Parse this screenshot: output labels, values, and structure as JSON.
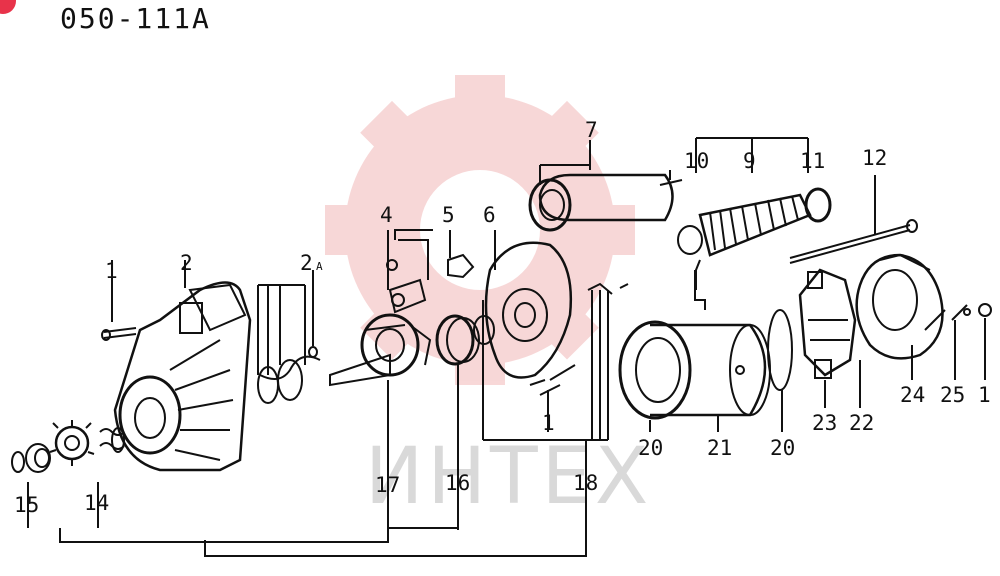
{
  "header": {
    "page_code": "050-111A"
  },
  "watermark": {
    "text": "ИНТЕХ",
    "color": "#f2b8b8"
  },
  "badge": {
    "color": "#e8334a"
  },
  "callouts": {
    "c1a": "1",
    "c1b": "1",
    "c1c": "1",
    "c2": "2",
    "c2a": "2",
    "c2a_sub": "A",
    "c4": "4",
    "c5": "5",
    "c6": "6",
    "c7": "7",
    "c9": "9",
    "c10": "10",
    "c11": "11",
    "c12": "12",
    "c14": "14",
    "c15": "15",
    "c16": "16",
    "c17": "17",
    "c18": "18",
    "c20a": "20",
    "c20b": "20",
    "c21": "21",
    "c22": "22",
    "c23": "23",
    "c24": "24",
    "c25": "25"
  }
}
